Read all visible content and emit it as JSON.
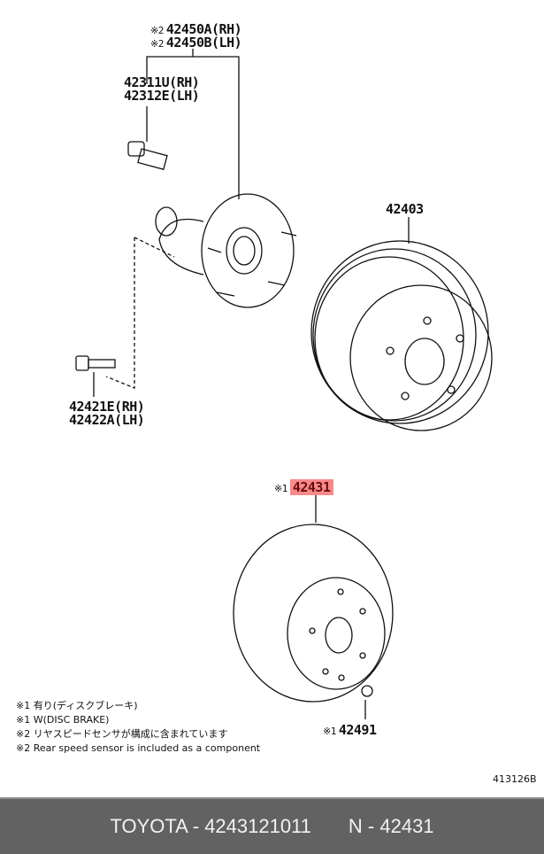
{
  "labels": {
    "hub_rh": {
      "mark": "※2",
      "text": "42450A(RH)"
    },
    "hub_lh": {
      "mark": "※2",
      "text": "42450B(LH)"
    },
    "bolt_rh": "42311U(RH)",
    "bolt_lh": "42312E(LH)",
    "drum": "42403",
    "screw_rh": "42421E(RH)",
    "screw_lh": "42422A(LH)",
    "disc": {
      "mark": "※1",
      "text": "42431"
    },
    "plug": {
      "mark": "※1",
      "text": "42491"
    }
  },
  "notes": [
    "※1 有り(ディスクブレーキ)",
    "※1 W(DISC BRAKE)",
    "※2 リヤスピードセンサが構成に含まれています",
    "※2 Rear speed sensor is included as a component"
  ],
  "illustration_code": "413126B",
  "footer": {
    "part": "TOYOTA - 4243121011",
    "ref": "N - 42431"
  },
  "colors": {
    "highlight": "#f78a8a",
    "footer_bg": "#626262"
  }
}
